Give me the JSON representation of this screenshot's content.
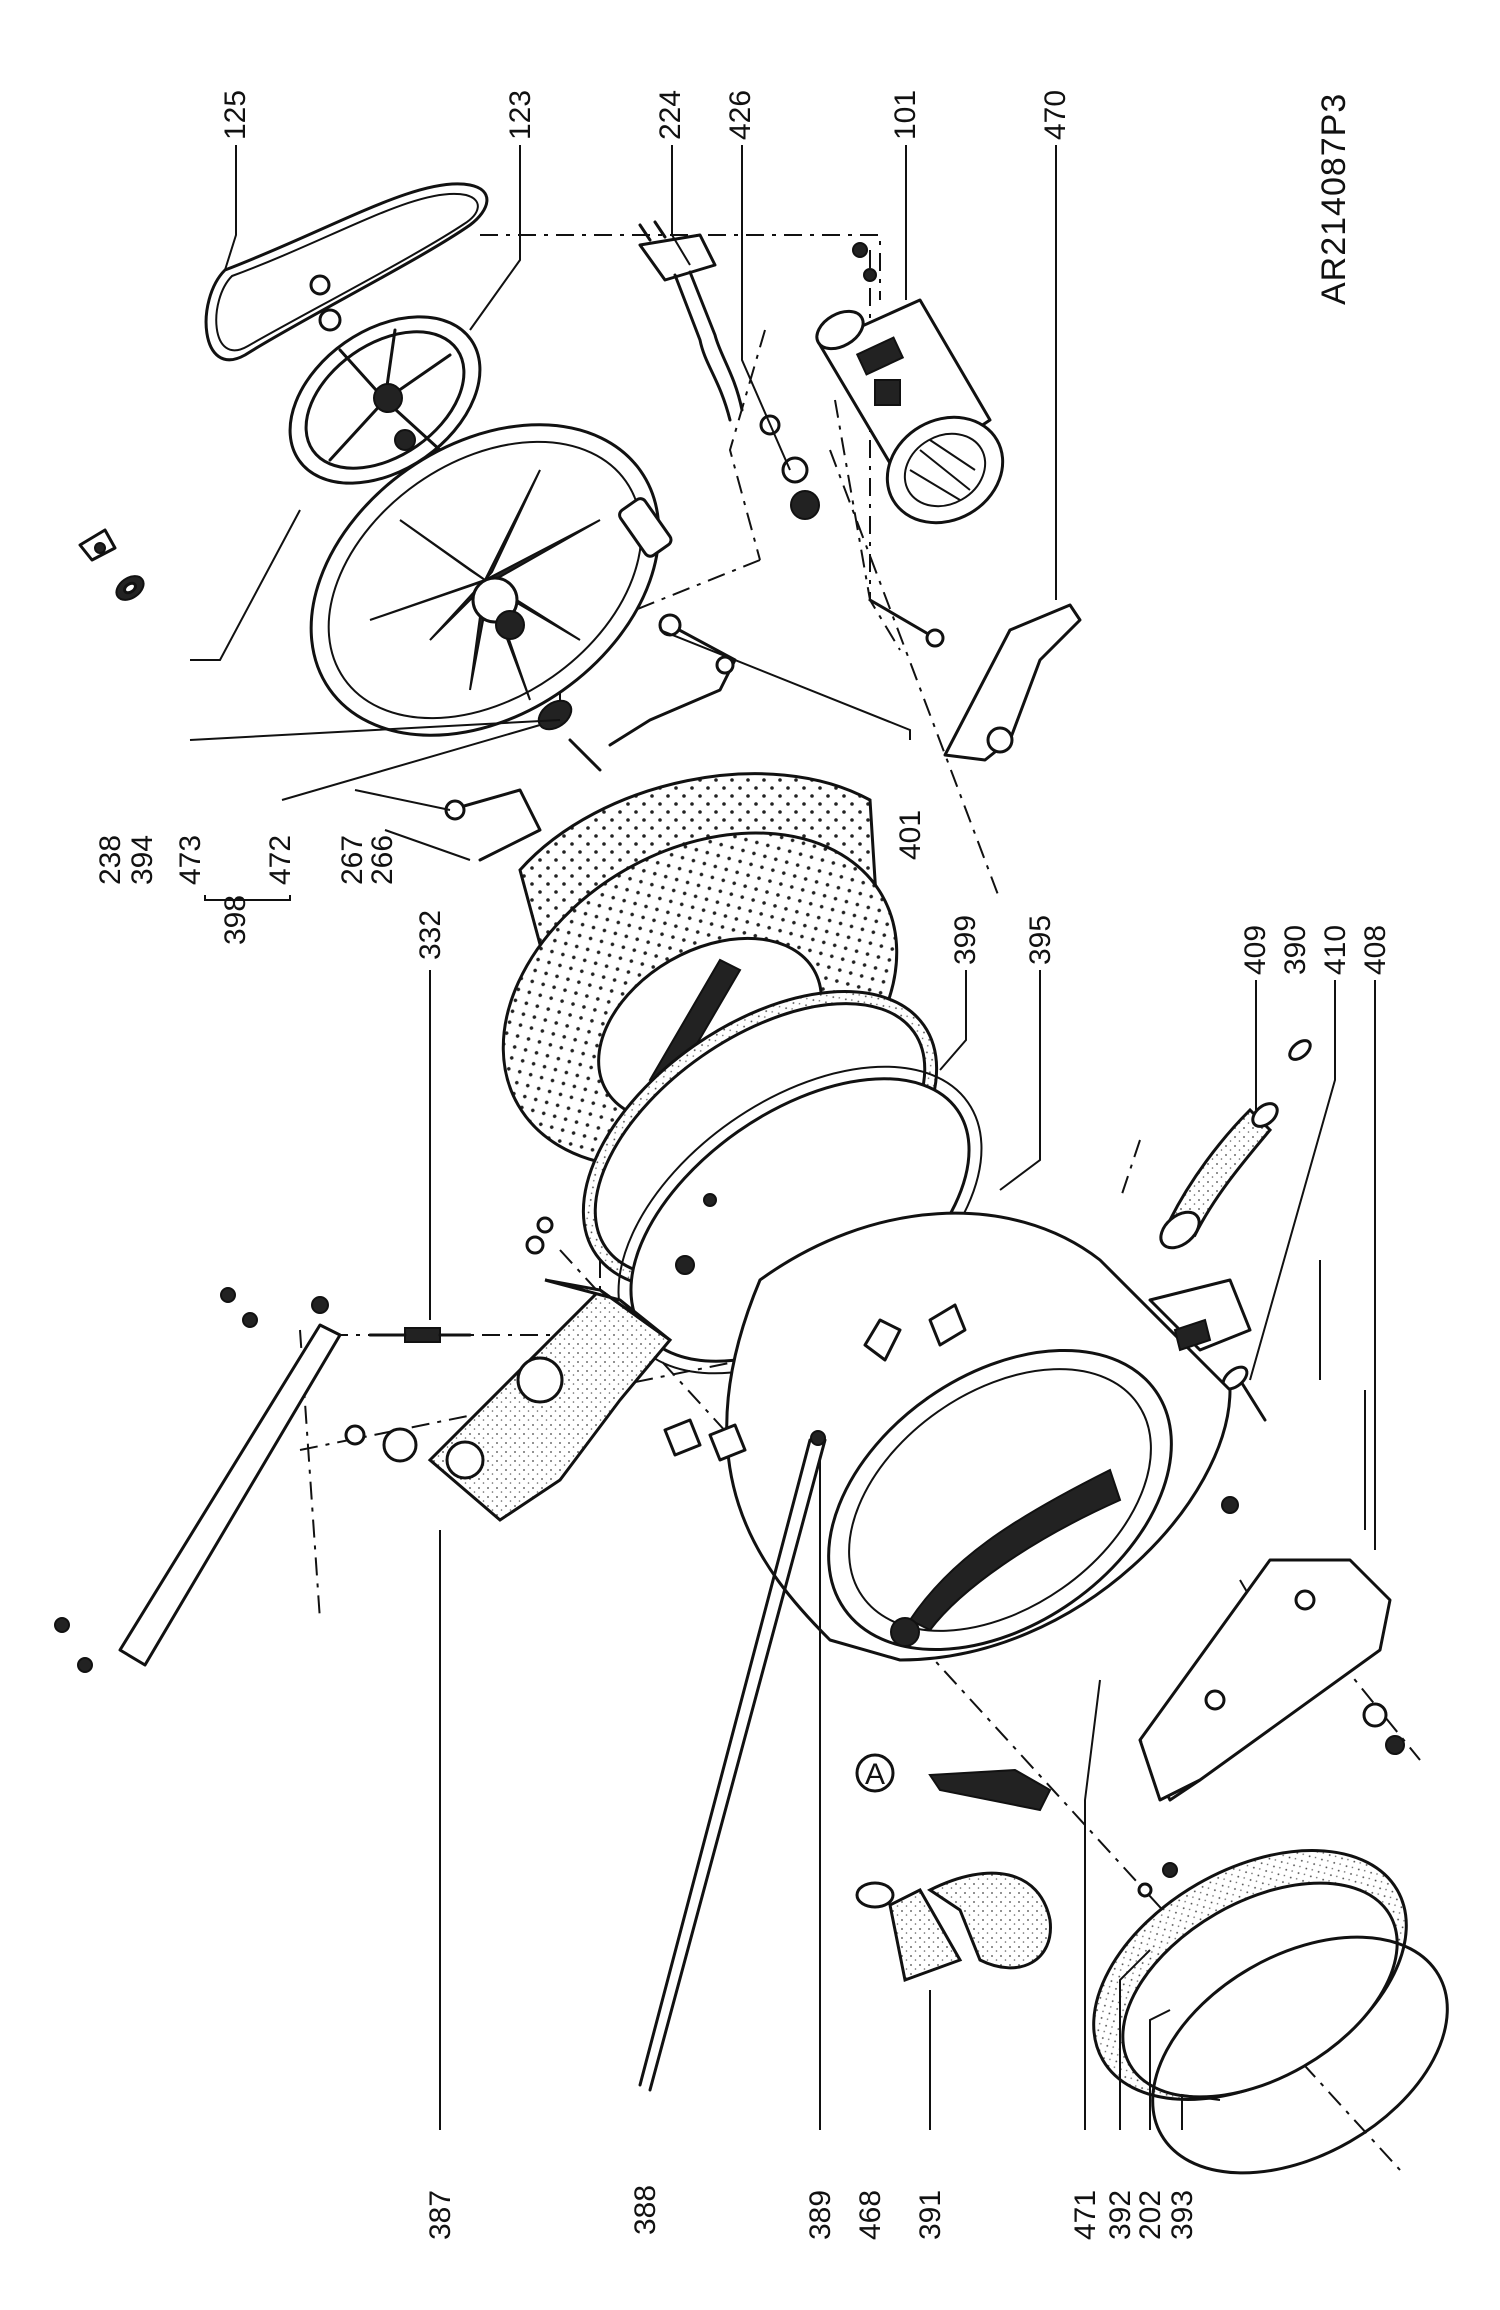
{
  "diagram": {
    "code": "AR214087P3",
    "callout_a": "A",
    "labels": [
      "125",
      "123",
      "224",
      "426",
      "101",
      "470",
      "238",
      "394",
      "473",
      "398",
      "472",
      "267",
      "266",
      "401",
      "332",
      "399",
      "395",
      "409",
      "390",
      "410",
      "408",
      "387",
      "388",
      "389",
      "468",
      "391",
      "471",
      "392",
      "202",
      "393"
    ]
  }
}
